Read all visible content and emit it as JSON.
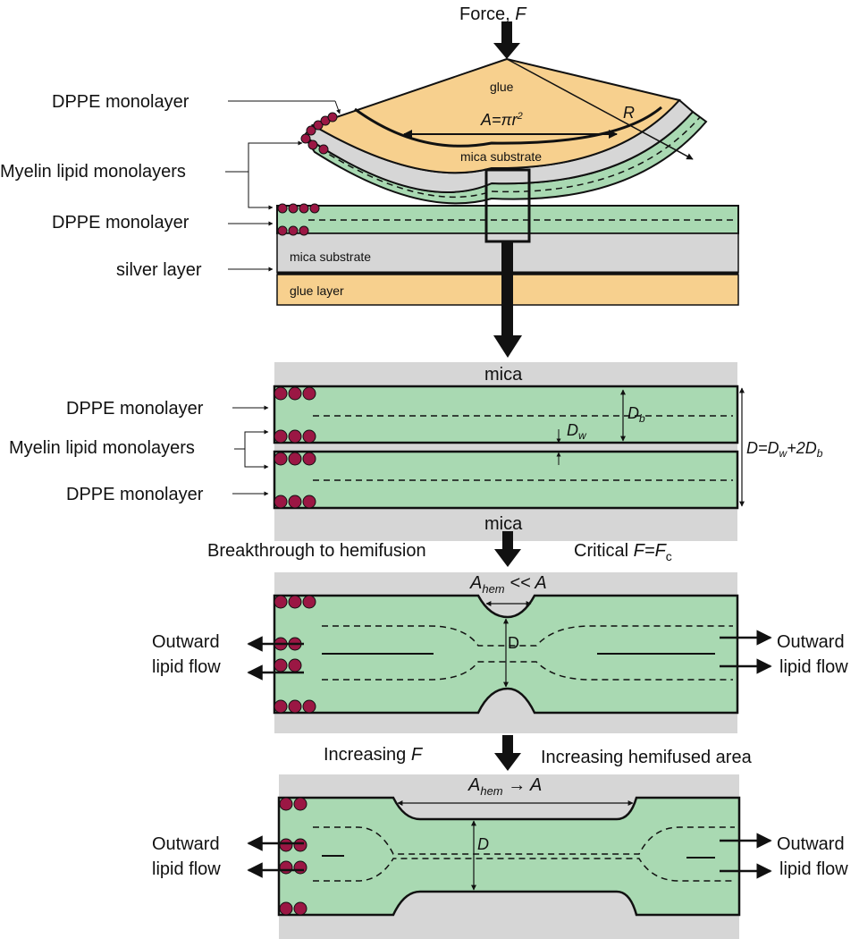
{
  "top": {
    "force_label": "Force, ",
    "force_symbol": "F",
    "glue_label": "glue",
    "area_label": "A=πr",
    "area_exp": "2",
    "radius_label": "R",
    "mica_substrate_top": "mica substrate",
    "mica_substrate_bottom": "mica substrate",
    "glue_layer": "glue layer",
    "left_labels": [
      "DPPE monolayer",
      "Myelin lipid monolayers",
      "DPPE monolayer",
      "silver layer"
    ]
  },
  "zoom": {
    "mica_top": "mica",
    "mica_bottom": "mica",
    "left_labels": [
      "DPPE monolayer",
      "Myelin lipid monolayers",
      "DPPE monolayer"
    ],
    "db_label": "D",
    "db_sub": "b",
    "dw_label": "D",
    "dw_sub": "w",
    "d_eq": "D=D",
    "d_eq_sub1": "w",
    "d_eq_mid": "+2D",
    "d_eq_sub2": "b"
  },
  "hemifusion": {
    "caption_left": "Breakthrough to hemifusion",
    "caption_right": "Critical ",
    "caption_right_F": "F=F",
    "caption_right_sub": "c",
    "ahem": "A",
    "ahem_sub": "hem",
    "ahem_rel": " << A",
    "d_label": "D",
    "flow_left": [
      "Outward",
      "lipid flow"
    ],
    "flow_right": [
      "Outward",
      "lipid flow"
    ]
  },
  "growth": {
    "caption_left": "Increasing ",
    "caption_left_F": "F",
    "caption_right": "Increasing hemifused area",
    "ahem": "A",
    "ahem_sub": "hem",
    "ahem_rel": " → A",
    "d_label": "D",
    "flow_left": [
      "Outward",
      "lipid flow"
    ],
    "flow_right": [
      "Outward",
      "lipid flow"
    ]
  },
  "colors": {
    "glue": "#f7d08e",
    "mica": "#d6d6d6",
    "lipid": "#a9d9b2",
    "headgroup": "#9b1744",
    "line": "#111111"
  }
}
